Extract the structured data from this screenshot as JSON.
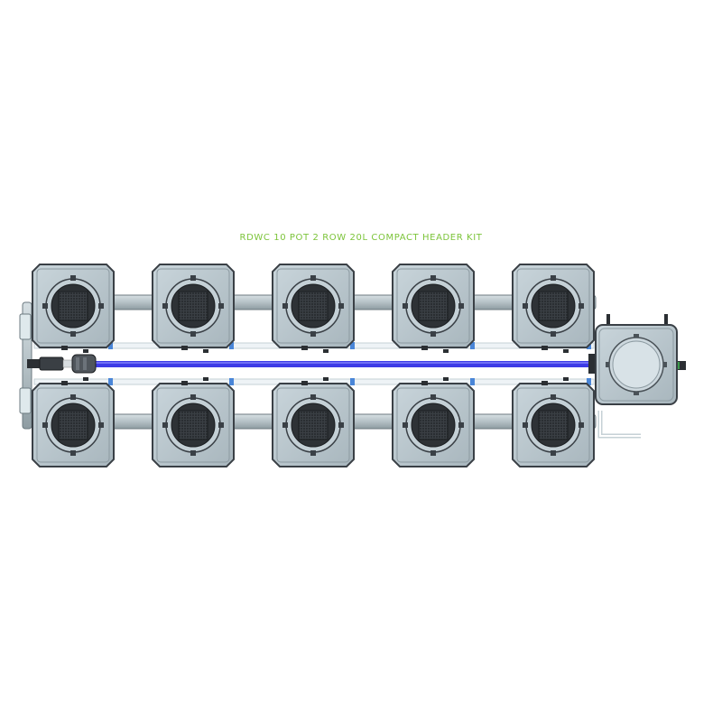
{
  "title": "RDWC 10 POT 2 ROW 20L COMPACT HEADER KIT",
  "diagram": {
    "rows": 2,
    "pots_per_row": 5,
    "pot_volume": "20L",
    "components": [
      "pot",
      "header-tank",
      "manifold-pipe",
      "return-line",
      "water-pump",
      "drain-outlet"
    ]
  },
  "colors": {
    "title": "#7cc43a",
    "pot_body": "#b5c4cc",
    "pot_edge": "#3a4046",
    "net_pot": "#2e3236",
    "pipe": "#b7c3c8",
    "water_line": "#3d3ce6",
    "connector": "#4a86d8"
  }
}
